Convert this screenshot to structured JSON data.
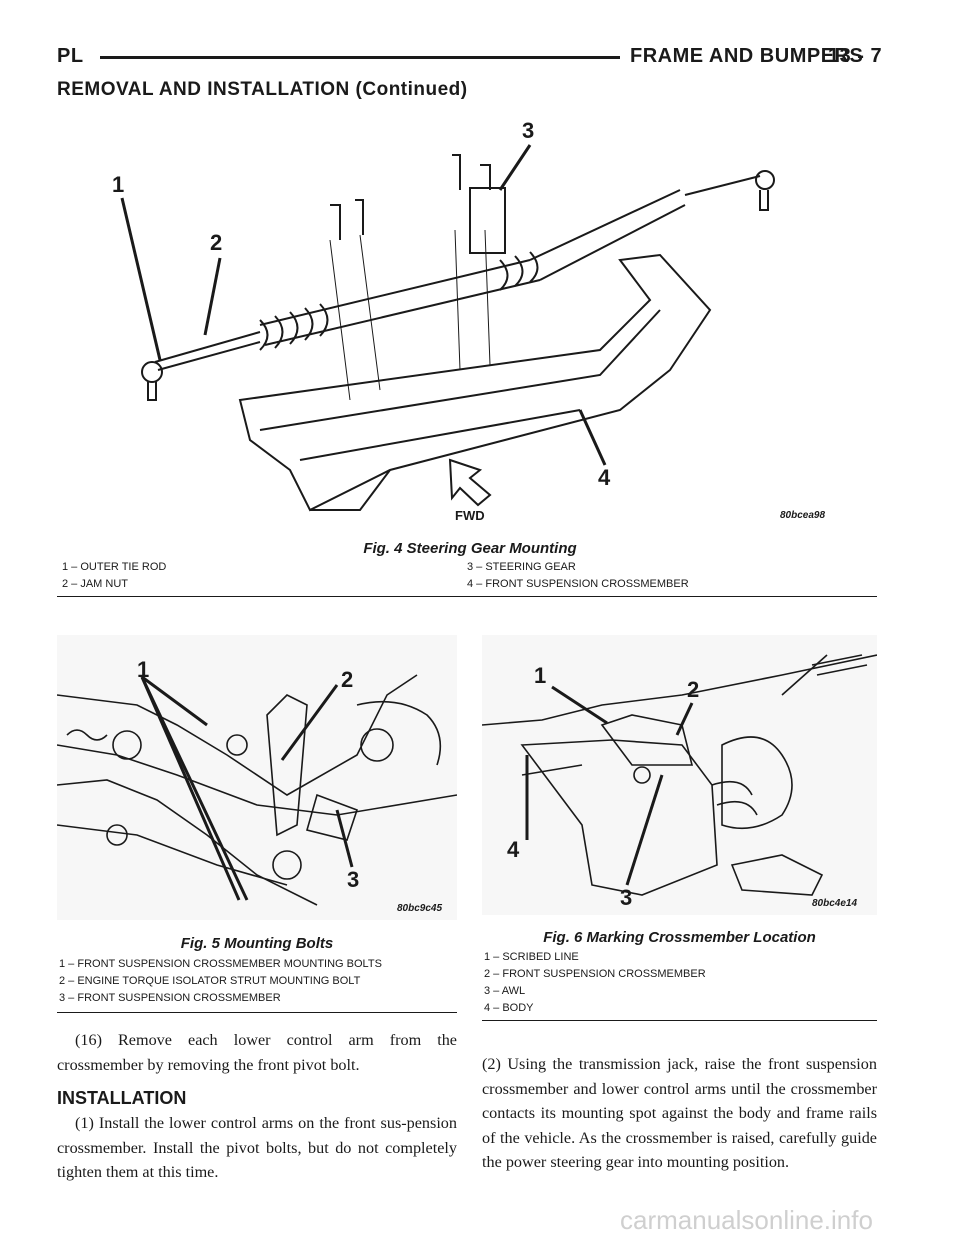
{
  "header": {
    "left": "PL",
    "section": "FRAME AND BUMPERS",
    "page": "13 - 7"
  },
  "section_title": "REMOVAL AND INSTALLATION (Continued)",
  "fig4": {
    "caption": "Fig. 4 Steering Gear Mounting",
    "code": "80bcea98",
    "fwd": "FWD",
    "callouts": [
      "1",
      "2",
      "3",
      "4"
    ],
    "legend": [
      "1 – OUTER TIE ROD",
      "2 – JAM NUT",
      "3 – STEERING GEAR",
      "4 – FRONT SUSPENSION CROSSMEMBER"
    ]
  },
  "fig5": {
    "caption": "Fig. 5 Mounting Bolts",
    "code": "80bc9c45",
    "callouts": [
      "1",
      "2",
      "3"
    ],
    "legend": [
      "1 – FRONT SUSPENSION CROSSMEMBER MOUNTING BOLTS",
      "2 – ENGINE TORQUE ISOLATOR STRUT MOUNTING BOLT",
      "3 – FRONT SUSPENSION CROSSMEMBER"
    ]
  },
  "fig6": {
    "caption": "Fig. 6 Marking Crossmember Location",
    "code": "80bc4e14",
    "callouts": [
      "1",
      "2",
      "3",
      "4"
    ],
    "legend": [
      "1 – SCRIBED LINE",
      "2 – FRONT SUSPENSION CROSSMEMBER",
      "3 – AWL",
      "4 – BODY"
    ]
  },
  "left_col": {
    "step16": "(16) Remove each lower control arm from the crossmember by removing the front pivot bolt.",
    "install_heading": "INSTALLATION",
    "step1": "(1) Install the lower control arms on the front sus-pension crossmember. Install the pivot bolts, but do not completely tighten them at this time."
  },
  "right_col": {
    "step2": "(2) Using the transmission jack, raise the front suspension crossmember and lower control arms until the crossmember contacts its mounting spot against the body and frame rails of the vehicle. As the crossmember is raised, carefully guide the power steering gear into mounting position."
  },
  "watermark": "carmanualsonline.info"
}
